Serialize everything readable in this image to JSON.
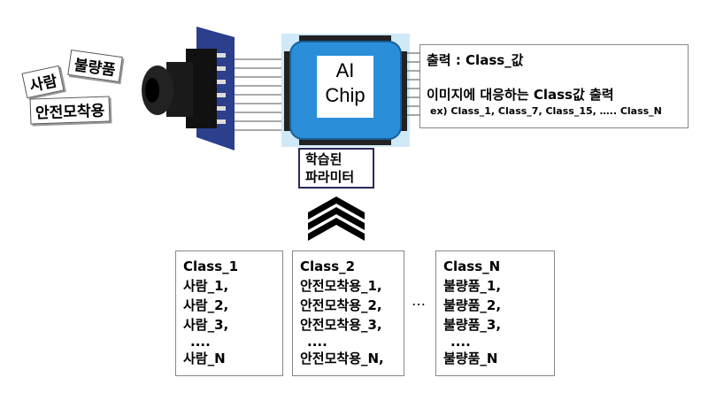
{
  "input_labels": [
    "불량품",
    "사람",
    "안전모착용"
  ],
  "chip": {
    "line1": "AI",
    "line2": "Chip"
  },
  "params": {
    "line1": "학습된",
    "line2": "파라미터"
  },
  "output": {
    "title": "출력 : Class_값",
    "desc": "이미지에 대응하는 Class값 출력",
    "example": "ex) Class_1, Class_7, Class_15, ….. Class_N"
  },
  "classes": [
    {
      "lines": [
        "Class_1",
        "사람_1,",
        "사람_2,",
        "사람_3,",
        " ....",
        "사람_N"
      ]
    },
    {
      "lines": [
        "Class_2",
        "안전모착용_1,",
        "안전모착용_2,",
        "안전모착용_3,",
        " ....",
        "안전모착용_N,"
      ]
    },
    {
      "lines": [
        "Class_N",
        "불량품_1,",
        "불량품_2,",
        "불량품_3,",
        " ....",
        "불량품_N"
      ]
    }
  ],
  "ellipsis": "…",
  "colors": {
    "chip": "#2a8fd8",
    "chip_bg": "#bfe3f7",
    "params_border": "#2a2a5a"
  }
}
